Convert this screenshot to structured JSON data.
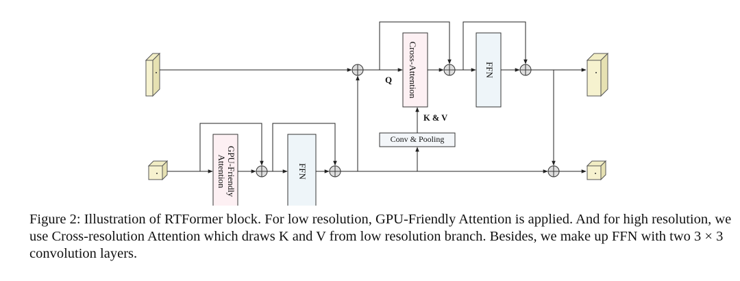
{
  "diagram": {
    "blocks": {
      "cross_attention": "Cross-Attention",
      "ffn_top": "FFN",
      "gpu_attention_line1": "GPU-Friendly",
      "gpu_attention_line2": "Attention",
      "ffn_bottom": "FFN",
      "conv_pooling": "Conv & Pooling"
    },
    "labels": {
      "q": "Q",
      "kv": "K & V"
    },
    "colors": {
      "attention_fill": "#fdf0f3",
      "ffn_fill": "#eef5f9",
      "feature_map_fill": "#f6f2cf",
      "conv_fill": "#f3f6f9",
      "adder_fill": "#dedede"
    }
  },
  "caption": {
    "text": "Figure 2: Illustration of RTFormer block. For low resolution, GPU-Friendly Attention is applied. And for high resolution, we use Cross-resolution Attention which draws K and V from low resolution branch. Besides, we make up FFN with two 3 × 3 convolution layers."
  }
}
